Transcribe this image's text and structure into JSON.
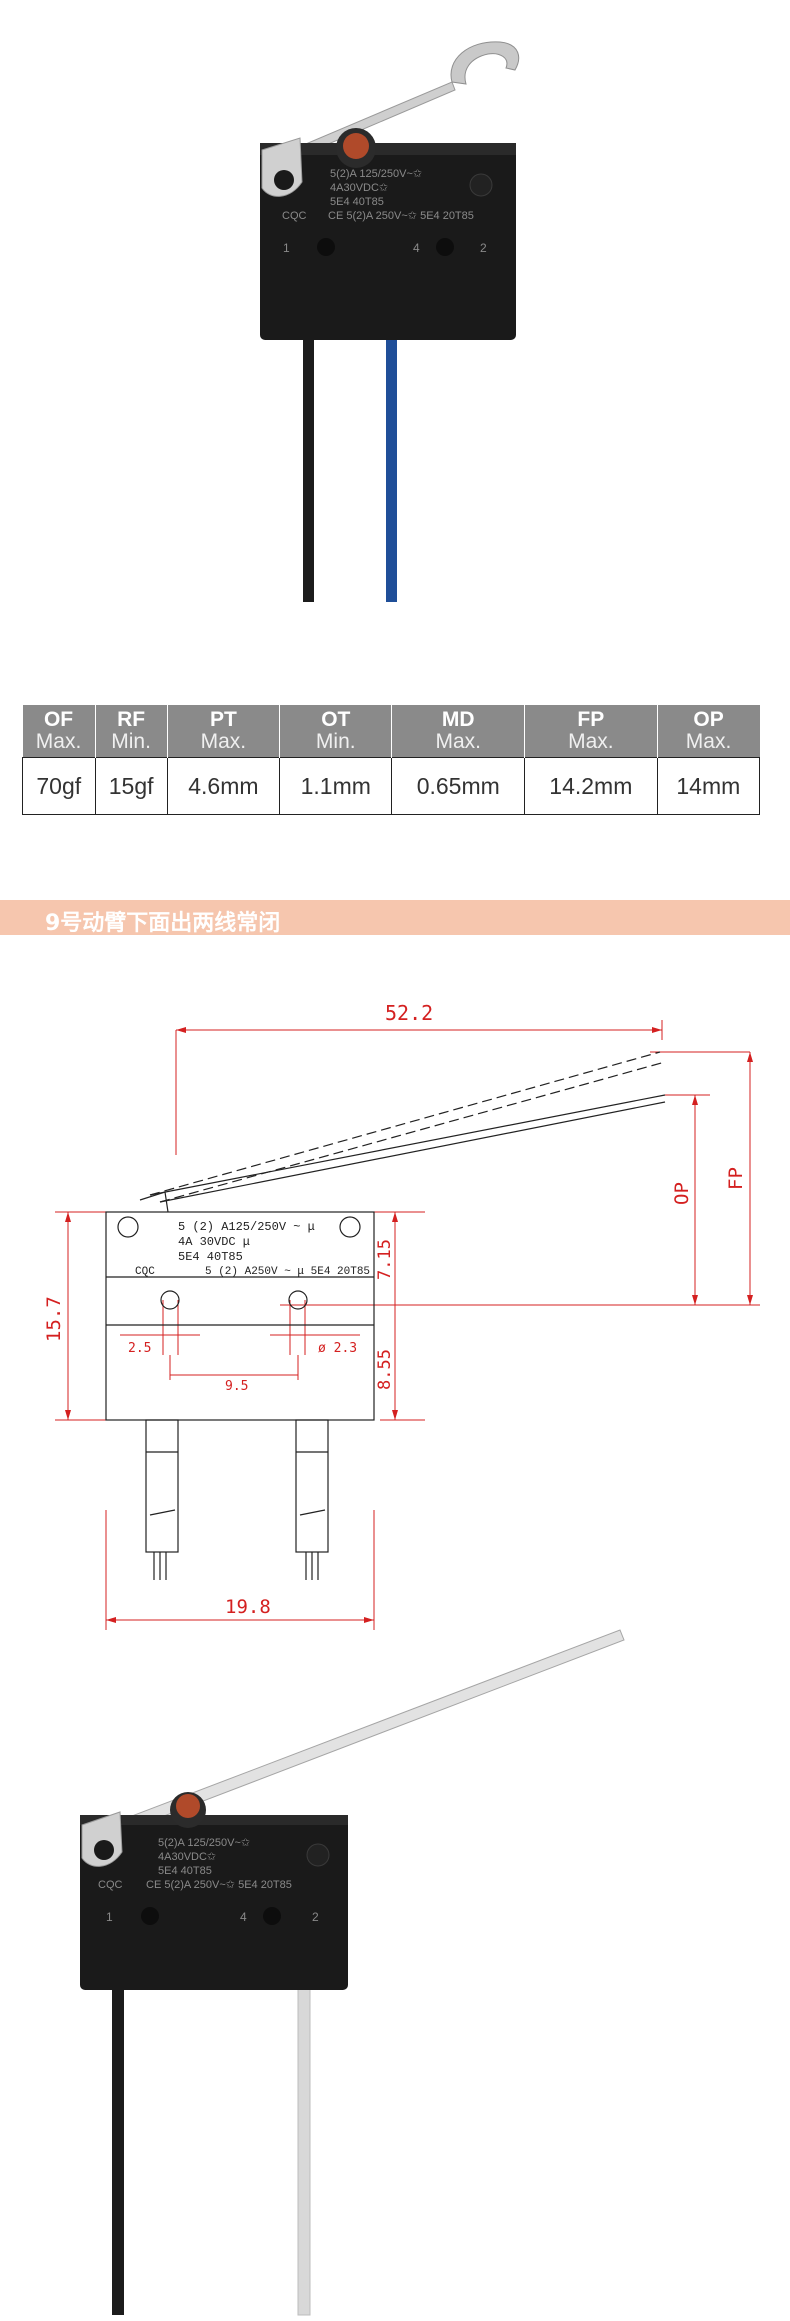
{
  "product_top": {
    "markings": [
      "5(2)A 125/250V~✩",
      "4A30VDC✩",
      "5E4 40T85",
      "CQC",
      "CE 5(2)A 250V~✩  5E4 20T85"
    ],
    "terminals": [
      "1",
      "4",
      "2"
    ]
  },
  "specs": {
    "headers": [
      {
        "code": "OF",
        "limit": "Max."
      },
      {
        "code": "RF",
        "limit": "Min."
      },
      {
        "code": "PT",
        "limit": "Max."
      },
      {
        "code": "OT",
        "limit": "Min."
      },
      {
        "code": "MD",
        "limit": "Max."
      },
      {
        "code": "FP",
        "limit": "Max."
      },
      {
        "code": "OP",
        "limit": "Max."
      }
    ],
    "values": [
      "70gf",
      "15gf",
      "4.6mm",
      "1.1mm",
      "0.65mm",
      "14.2mm",
      "14mm"
    ]
  },
  "section": {
    "title": "9号动臂下面出两线常闭"
  },
  "drawing": {
    "dims": {
      "lever_length": "52.2",
      "height": "15.7",
      "upper": "7.15",
      "lower": "8.55",
      "hole_offset": "2.5",
      "hole_dia": "ø 2.3",
      "hole_pitch": "9.5",
      "width": "19.8",
      "op": "OP",
      "fp": "FP"
    },
    "markings": {
      "line1": "5 (2) A125/250V ~ μ",
      "line2": "4A  30VDC μ",
      "line3": "5E4  40T85",
      "line4_left": "CQC",
      "line4_right": "5 (2) A250V ~ μ 5E4  20T85"
    }
  },
  "product_bottom": {
    "markings": [
      "5(2)A 125/250V~✩",
      "4A30VDC✩",
      "5E4 40T85",
      "CQC",
      "CE 5(2)A 250V~✩  5E4 20T85"
    ],
    "terminals": [
      "1",
      "4",
      "2"
    ]
  }
}
